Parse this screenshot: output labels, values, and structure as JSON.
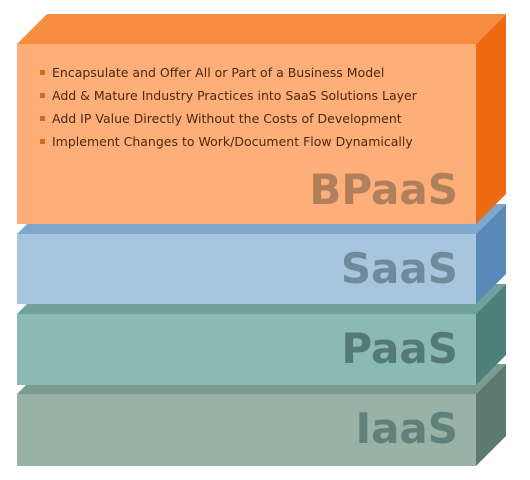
{
  "layers": [
    {
      "id": "bpaas",
      "label": "BPaaS",
      "colors": {
        "front": "#FDAE79",
        "top": "#F58C3F",
        "side": "#EE6A12",
        "text": "#B07F5C"
      },
      "bullets": [
        "Encapsulate and Offer All or Part of a Business Model",
        "Add & Mature Industry Practices into SaaS Solutions Layer",
        "Add IP Value Directly Without the Costs of Development",
        "Implement Changes to Work/Document Flow Dynamically"
      ],
      "bullet_color": "#D2691E",
      "bullet_text_color": "#4A2A12"
    },
    {
      "id": "saas",
      "label": "SaaS",
      "colors": {
        "front": "#A7C6DD",
        "top": "#7FA7CC",
        "side": "#5A89B8",
        "text": "#6F8A9B"
      }
    },
    {
      "id": "paas",
      "label": "PaaS",
      "colors": {
        "front": "#8BBAB4",
        "top": "#6FA29D",
        "side": "#4E807B",
        "text": "#557A76"
      }
    },
    {
      "id": "iaas",
      "label": "IaaS",
      "colors": {
        "front": "#98B2A8",
        "top": "#7C9A8F",
        "side": "#5C7A6F",
        "text": "#60807A"
      }
    }
  ]
}
